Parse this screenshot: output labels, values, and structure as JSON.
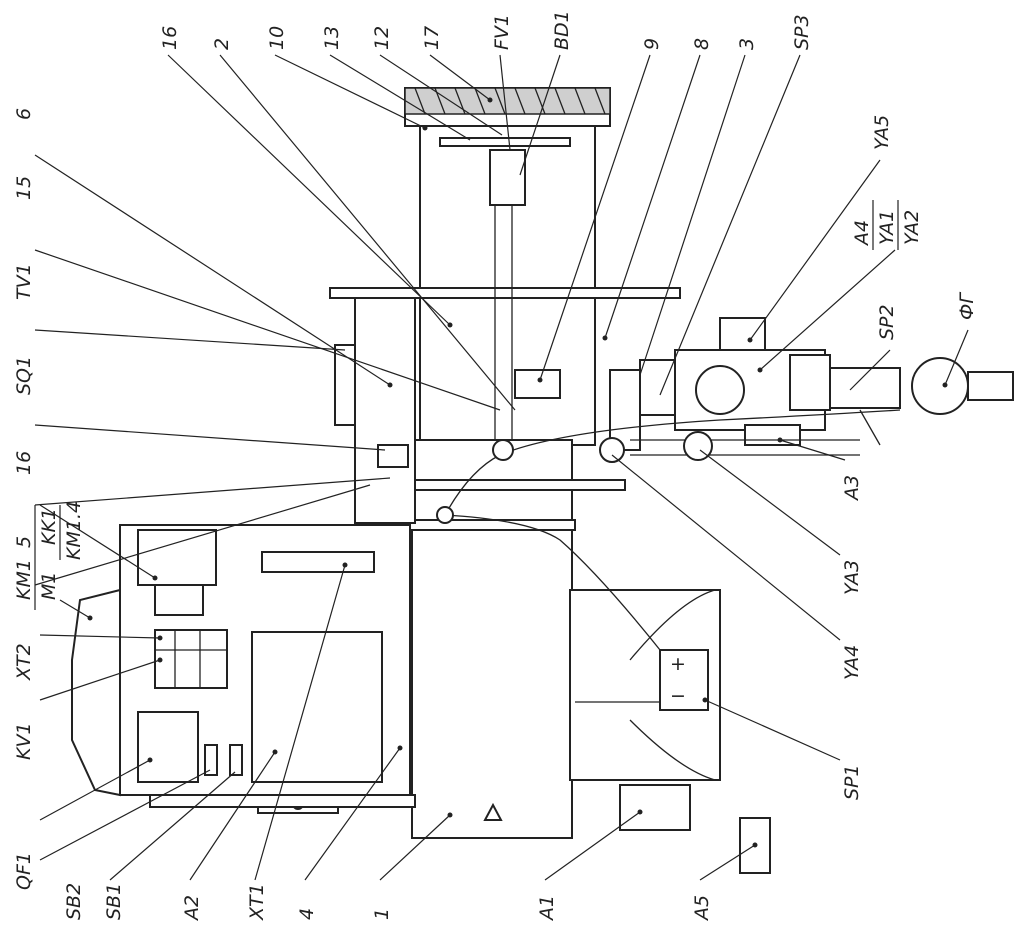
{
  "labels": {
    "top": [
      "16",
      "2",
      "10",
      "13",
      "12",
      "17",
      "FV1",
      "BD1",
      "9",
      "8",
      "3",
      "SP3"
    ],
    "right": [
      "YA5",
      "A4",
      "YA1",
      "YA2",
      "SP2",
      "ФГ",
      "A3",
      "YA3",
      "YA4",
      "SP1"
    ],
    "left": [
      "6",
      "15",
      "TV1",
      "SQ1",
      "16",
      "5",
      "KM1",
      "KK1",
      "KM1.4",
      "M1",
      "XT2",
      "KV1",
      "QF1",
      "SB2",
      "SB1",
      "A2",
      "XT1",
      "4",
      "1",
      "A1",
      "A5"
    ]
  },
  "symbols": {
    "plus": "+",
    "minus": "−"
  }
}
